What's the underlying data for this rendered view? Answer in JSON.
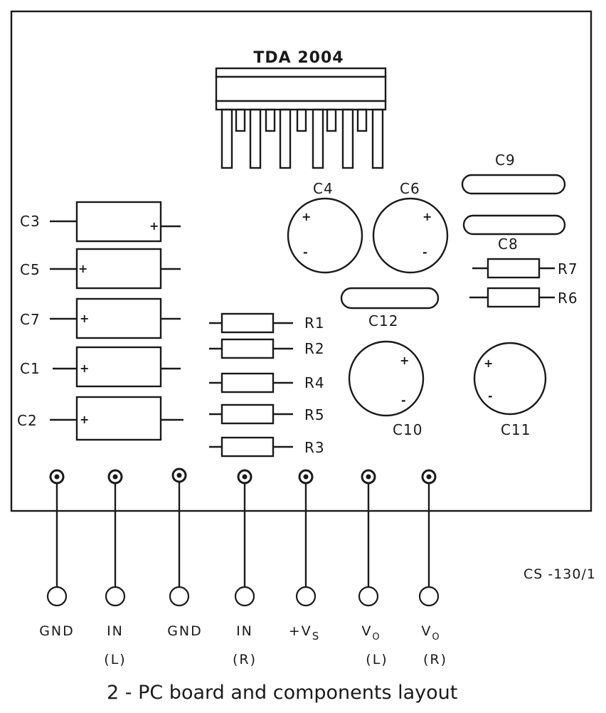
{
  "chip": {
    "label": "TDA 2004"
  },
  "capacitors_left": [
    "C3",
    "C5",
    "C7",
    "C1",
    "C2"
  ],
  "electrolytic": {
    "c4": "C4",
    "c6": "C6",
    "c10": "C10",
    "c11": "C11"
  },
  "film": {
    "c9": "C9",
    "c8": "C8",
    "c12": "C12"
  },
  "resistors_mid": [
    "R1",
    "R2",
    "R4",
    "R5",
    "R3"
  ],
  "resistors_right": [
    "R7",
    "R6"
  ],
  "polarity": {
    "plus": "+",
    "minus": "-"
  },
  "terminals": [
    {
      "line1": "GND",
      "line2": ""
    },
    {
      "line1": "IN",
      "line2": "(L)"
    },
    {
      "line1": "GND",
      "line2": ""
    },
    {
      "line1": "IN",
      "line2": "(R)"
    },
    {
      "line1": "+V",
      "sub": "S",
      "line2": ""
    },
    {
      "line1": "V",
      "sub": "O",
      "line2": "(L)"
    },
    {
      "line1": "V",
      "sub": "O",
      "line2": "(R)"
    }
  ],
  "reference": "CS -130/1",
  "caption": "2 - PC board and components layout"
}
